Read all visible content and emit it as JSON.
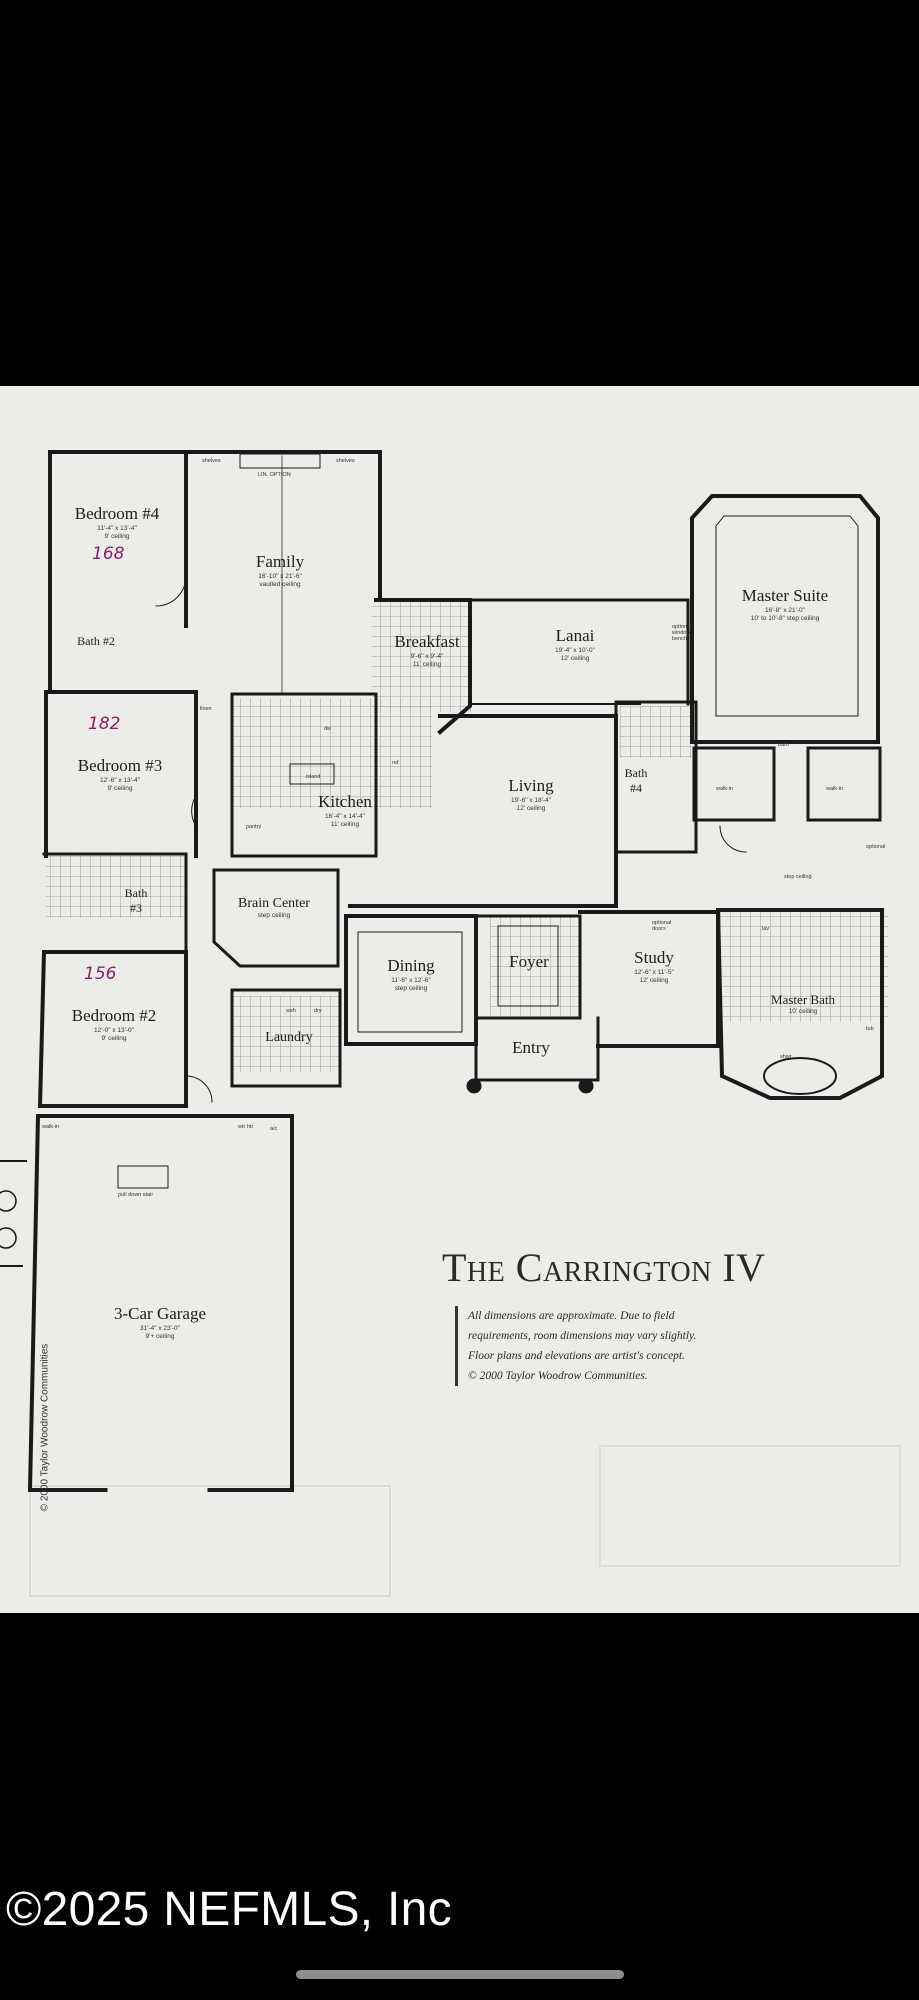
{
  "plan": {
    "title": "The Carrington IV",
    "disclaimer": [
      "All dimensions are approximate.  Due to field",
      "requirements, room dimensions may vary slightly.",
      "Floor plans and elevations are artist's concept.",
      "© 2000 Taylor Woodrow Communities."
    ],
    "side_copyright": "© 2000 Taylor Woodrow Communities",
    "rooms": {
      "bedroom4": {
        "name": "Bedroom #4",
        "dim": "11'-4\" x 13'-4\"",
        "ceiling": "9' ceiling"
      },
      "family": {
        "name": "Family",
        "dim": "16'-10\" x 21'-6\"",
        "ceiling": "vaulted ceiling"
      },
      "breakfast": {
        "name": "Breakfast",
        "dim": "9'-6\" x 9'-4\"",
        "ceiling": "11' ceiling"
      },
      "lanai": {
        "name": "Lanai",
        "dim": "19'-4\" x 10'-0\"",
        "ceiling": "12' ceiling"
      },
      "master_suite": {
        "name": "Master Suite",
        "dim": "16'-8\" x 21'-0\"",
        "ceiling": "10' to 10'-8\" step ceiling"
      },
      "bath2": {
        "name": "Bath #2"
      },
      "bedroom3": {
        "name": "Bedroom #3",
        "dim": "12'-6\" x 13'-4\"",
        "ceiling": "9' ceiling"
      },
      "kitchen": {
        "name": "Kitchen",
        "dim": "16'-4\" x 14'-4\"",
        "ceiling": "11' ceiling"
      },
      "living": {
        "name": "Living",
        "dim": "19'-6\" x 18'-4\"",
        "ceiling": "12' ceiling"
      },
      "bath4": {
        "name": "Bath #4"
      },
      "bath3": {
        "name": "Bath #3"
      },
      "brain_center": {
        "name": "Brain Center",
        "ceiling": "step ceiling"
      },
      "dining": {
        "name": "Dining",
        "dim": "11'-6\" x 12'-6\"",
        "ceiling": "step ceiling"
      },
      "foyer": {
        "name": "Foyer"
      },
      "study": {
        "name": "Study",
        "dim": "12'-6\" x 11'-5\"",
        "ceiling": "12' ceiling"
      },
      "master_bath": {
        "name": "Master Bath",
        "ceiling": "10' ceiling"
      },
      "bedroom2": {
        "name": "Bedroom #2",
        "dim": "12'-0\" x 13'-0\"",
        "ceiling": "9' ceiling"
      },
      "laundry": {
        "name": "Laundry"
      },
      "entry": {
        "name": "Entry"
      },
      "garage": {
        "name": "3-Car Garage",
        "dim": "31'-4\" x 23'-0\"",
        "ceiling": "9'+ ceiling"
      }
    },
    "small_labels": {
      "shelves_l": "shelves",
      "shelves_r": "shelves",
      "linen": "LIN. OPTION",
      "walkin_1": "walk-in",
      "walkin_2": "walk-in",
      "walkin_3": "walk-in",
      "island": "island",
      "dw": "dw",
      "ref": "ref",
      "pantry": "pantry",
      "linen_b": "linen",
      "bath_lbl": "bath",
      "pull_down": "pull down stair",
      "step_ceiling": "step ceiling",
      "optional_doors": "optional doors",
      "optional_window": "optional window bench",
      "optional_dr": "optional",
      "water_heater": "wtr htr",
      "dryer": "dry",
      "washer": "wsh",
      "lav": "lav",
      "tub": "tub",
      "shower": "shwr",
      "ac": "a/c"
    },
    "handwritten": [
      "168",
      "182",
      "156"
    ]
  },
  "footer": {
    "copyright": "©2025 NEFMLS, Inc"
  },
  "colors": {
    "background": "#000000",
    "paper": "#ecede9",
    "wall": "#1a1a1a",
    "tile_grid": "#7a7a7a",
    "handwriting": "#8a1f6d",
    "footer_text": "#ffffff",
    "home_indicator": "#8d8d8d"
  }
}
